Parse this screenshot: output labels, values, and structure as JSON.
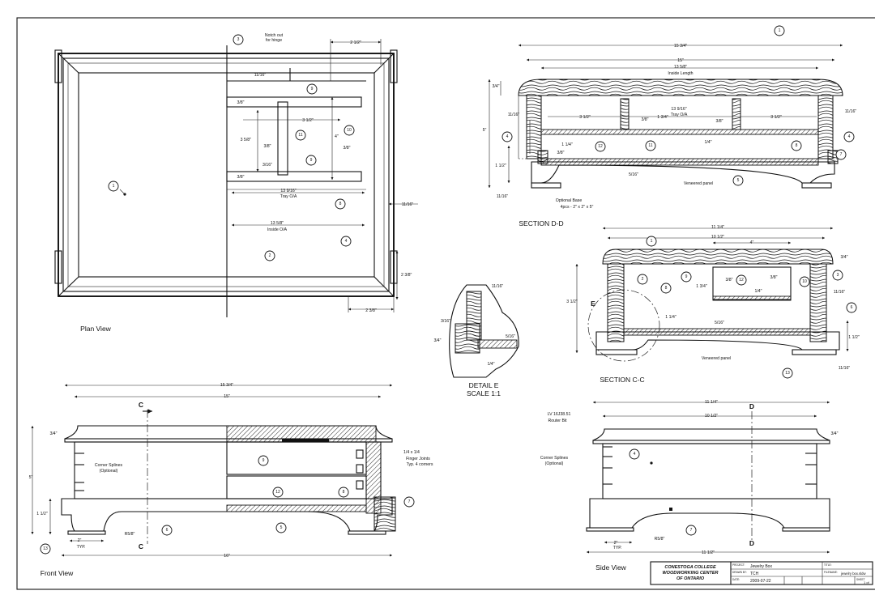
{
  "views": {
    "plan": "Plan View",
    "front": "Front View",
    "side": "Side View",
    "section_dd": "SECTION D-D",
    "section_cc": "SECTION C-C",
    "detail_e": "DETAIL  E",
    "detail_scale": "SCALE 1:1"
  },
  "plan": {
    "notch_note": [
      "Notch out",
      "for hinge"
    ],
    "dims": {
      "top_right": "2 1/2\"",
      "slot": "11/16\"",
      "three_eighths_a": "3/8\"",
      "three_and_half": "3 1/2\"",
      "three_five_eighths": "3 5/8\"",
      "three_eighths_b": "3/8\"",
      "three_sixteenths": "3/16\"",
      "three_eighths_c": "3/8\"",
      "four": "4\"",
      "three_eighths_right": "3/8\"",
      "tray_oa": [
        "13 9/16\"",
        "Tray O/A"
      ],
      "inside_oa": [
        "13 5/8\"",
        "Inside O/A"
      ],
      "right_11_16": "11/16\"",
      "bottom_height": "2 3/8\"",
      "bottom_width": "2 3/8\""
    }
  },
  "section_dd": {
    "overall": "15 3/4\"",
    "fifteen": "15\"",
    "inside_length": [
      "13 5/8\"",
      "Inside Length"
    ],
    "tray_oa": [
      "13 9/16\"",
      "Tray O/A"
    ],
    "left_top": "3/4\"",
    "height": "5\"",
    "left_11_16": "11/16\"",
    "right_11_16": "11/16\"",
    "tray_left": "3 1/2\"",
    "tray_right": "3 1/2\"",
    "three_eighths_a": "3/8\"",
    "three_eighths_b": "3/8\"",
    "one_three_quarter": "1 3/4\"",
    "one_quarter_a": "1 1/4\"",
    "three_eighths_c": "3/8\"",
    "one_quarter_b": "1/4\"",
    "one_half": "1 1/2\"",
    "five_sixteenths": "5/16\"",
    "bottom_11_16": "11/16\"",
    "veneered": "Veneered panel",
    "optional_base": [
      "Optional Base",
      "4pcs - 2\" x 2\" x 5\""
    ]
  },
  "section_cc": {
    "overall": "11 1/4\"",
    "ten_half": "10 1/2\"",
    "four": "4\"",
    "top_right": "3/4\"",
    "height": "3 1/2\"",
    "three_eighths_a": "3/8\"",
    "three_eighths_b": "3/8\"",
    "one_three_quarter": "1 3/4\"",
    "one_quarter": "1/4\"",
    "one_quarter_b": "1 1/4\"",
    "right_11_16": "11/16\"",
    "five_sixteenths": "5/16\"",
    "right_height": "1 1/2\"",
    "bottom_11_16": "11/16\"",
    "veneered": "Veneered panel",
    "detail_letter": "E"
  },
  "detail": {
    "top": "11/16\"",
    "left": "3/16\"",
    "left2": "3/4\"",
    "right": "5/16\"",
    "bottom": "1/4\""
  },
  "front": {
    "overall": "15 3/4\"",
    "fifteen": "15\"",
    "top": "3/4\"",
    "height": "5\"",
    "base": "1 1/2\"",
    "radius": "R5/8\"",
    "typ": [
      "2\"",
      "TYP."
    ],
    "bottom": "16\"",
    "corner_splines": [
      "Corner Splines",
      "(Optional)"
    ],
    "finger_joints": [
      "1/4 x 1/4",
      "Finger Joints",
      "Typ. 4 corners"
    ],
    "section_mark": "C"
  },
  "side": {
    "overall": "11 1/4\"",
    "ten_half": "10 1/2\"",
    "top": "3/4\"",
    "router": [
      "LV 16J38.51",
      "Router Bit"
    ],
    "corner_splines": [
      "Corner Splines",
      "(Optional)"
    ],
    "radius": "R5/8\"",
    "typ": [
      "2\"",
      "TYP."
    ],
    "bottom": "11 1/2\"",
    "section_mark": "D"
  },
  "title_block": {
    "org": [
      "CONESTOGA COLLEGE",
      "WOODWORKING CENTER",
      "OF ONTARIO"
    ],
    "project_label": "PROJECT:",
    "project": "Jewelry Box",
    "drawn_label": "DRAWN BY:",
    "drawn": "TCH",
    "date_label": "DATE:",
    "date": "2009-07-22",
    "title_label": "TITLE:",
    "filename_label": "FILENAME:",
    "filename": "jewelry box.sldw",
    "sheet_label": "SHEET",
    "sheet": "1 of"
  },
  "bubbles": [
    "1",
    "2",
    "3",
    "4",
    "5",
    "6",
    "7",
    "8",
    "9",
    "10",
    "11",
    "12",
    "13"
  ]
}
